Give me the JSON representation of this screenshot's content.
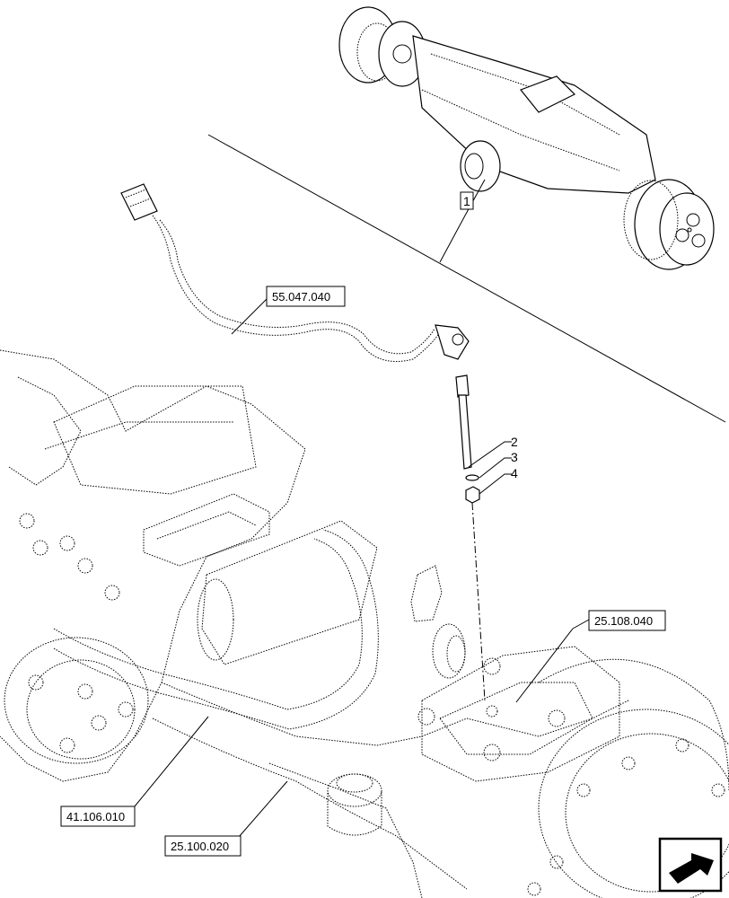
{
  "callouts": {
    "item_1": "1",
    "item_2": "2",
    "item_3": "3",
    "item_4": "4"
  },
  "references": {
    "ref_a": "55.047.040",
    "ref_b": "25.108.040",
    "ref_c": "41.106.010",
    "ref_d": "25.100.020"
  },
  "nav_icon": "next-page-arrow-icon"
}
